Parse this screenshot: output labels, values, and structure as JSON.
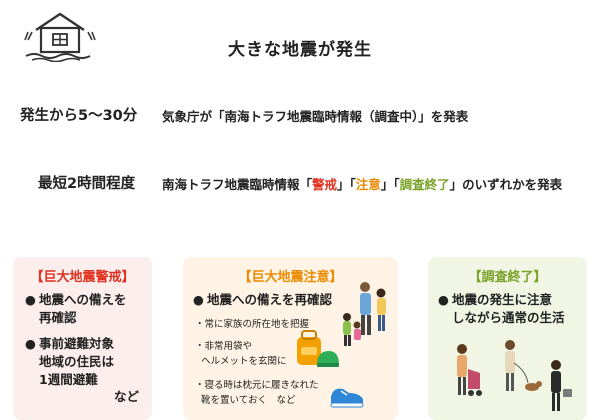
{
  "header": {
    "title": "大きな地震が発生"
  },
  "timeline": {
    "row1": {
      "label": "発生から5～30分",
      "text": "気象庁が「南海トラフ地震臨時情報（調査中）」を発表"
    },
    "row2": {
      "label": "最短2時間程度",
      "text_before": "南海トラフ地震臨時情報「",
      "kw_warning": "警戒",
      "sep1": "」「",
      "kw_caution": "注意",
      "sep2": "」「",
      "kw_complete": "調査終了",
      "text_after": "」のいずれかを発表"
    }
  },
  "cards": {
    "warning": {
      "title": "【巨大地震警戒】",
      "bullet1": "地震への備えを\n再確認",
      "bullet2": "事前避難対象\n地域の住民は\n1週間避難",
      "note": "など"
    },
    "caution": {
      "title": "【巨大地震注意】",
      "bullet1": "地震への備えを再確認",
      "sub1": "・常に家族の所在地を把握",
      "sub2": "・非常用袋や\n  ヘルメットを玄関に",
      "sub3": "・寝る時は枕元に履きなれた\n  靴を置いておく　など"
    },
    "complete": {
      "title": "【調査終了】",
      "bullet1": "地震の発生に注意\nしながら通常の生活"
    }
  },
  "bullet_glyph": "●",
  "colors": {
    "warning": "#e0301e",
    "caution": "#ea8a00",
    "complete": "#7aa229",
    "warning_bg": "#fceeed",
    "caution_bg": "#fef3e4",
    "complete_bg": "#f0f5e4"
  }
}
